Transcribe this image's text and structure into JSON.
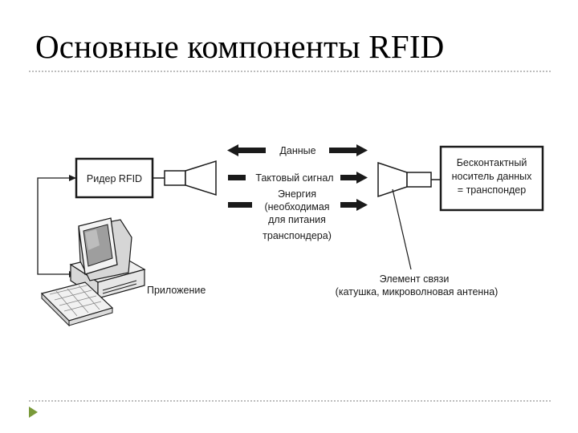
{
  "slide": {
    "title": "Основные компоненты RFID"
  },
  "diagram": {
    "reader_label": "Ридер RFID",
    "transponder_label": [
      "Бесконтактный",
      "носитель данных",
      "= транспондер"
    ],
    "application_label": "Приложение",
    "data_label": "Данные",
    "clock_label": "Тактовый сигнал",
    "energy_label": [
      "Энергия",
      "(необходимая",
      "для питания",
      "транспондера)"
    ],
    "coupling_label": [
      "Элемент связи",
      "(катушка, микроволновая антенна)"
    ]
  },
  "colors": {
    "line": "#1a1a1a",
    "separator": "#bdbdbd",
    "bullet": "#7a9a3a"
  }
}
